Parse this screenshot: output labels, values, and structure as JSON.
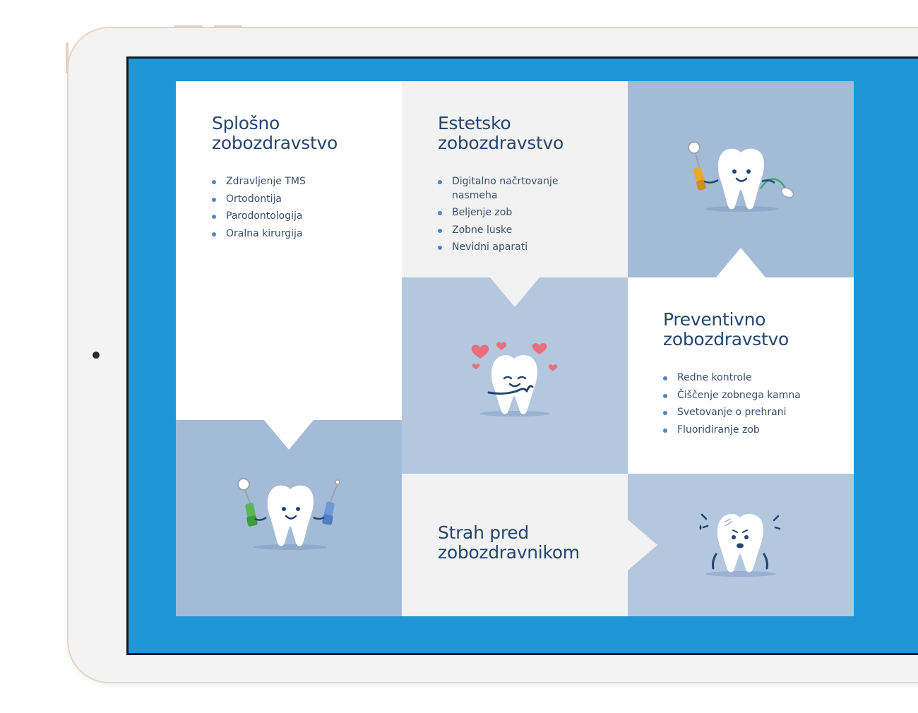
{
  "tiles": {
    "general": {
      "title": "Splošno\nzobozdravstvo",
      "items": [
        "Zdravljenje TMS",
        "Ortodontija",
        "Parodontologija",
        "Oralna kirurgija"
      ]
    },
    "aesthetic": {
      "title": "Estetsko\nzobozdravstvo",
      "items": [
        "Digitalno načrtovanje nasmeha",
        "Beljenje zob",
        "Zobne luske",
        "Nevidni aparati"
      ]
    },
    "preventive": {
      "title": "Preventivno\nzobozdravstvo",
      "items": [
        "Redne kontrole",
        "Čiščenje zobnega kamna",
        "Svetovanje o prehrani",
        "Fluoridiranje zob"
      ]
    },
    "fear": {
      "title": "Strah pred\nzobozdravnikom"
    }
  },
  "icons": {
    "tools_tooth": "tooth-with-dental-tools-icon",
    "love_tooth": "tooth-with-hearts-icon",
    "drill_tooth": "tooth-with-drill-icon",
    "scared_tooth": "scared-tooth-icon"
  },
  "colors": {
    "screen_background": "#1f97d6",
    "tile_white": "#ffffff",
    "tile_grey": "#f2f2f2",
    "tile_blue_dark": "#a3bbd7",
    "tile_blue_light": "#b3c7df",
    "heading": "#27466e",
    "bullet": "#4f87c4",
    "heart": "#e8707c"
  }
}
